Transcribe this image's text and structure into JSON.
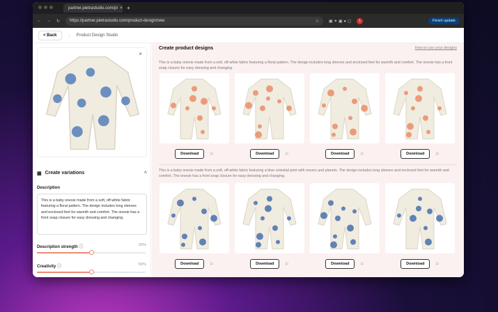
{
  "browser": {
    "tab_title": "partner.pietrastudio.com/pr",
    "url": "https://partner.pietrastudio.com/product-design/new",
    "update_label": "Finish update",
    "profile_initial": "L"
  },
  "header": {
    "back_label": "< Back",
    "title": "Product Design Studio"
  },
  "left": {
    "variations_title": "Create variations",
    "description_label": "Description",
    "description_value": "This is a baby onesie made from a soft, off-white fabric featuring a  floral pattern. The design includes long sleeves and enclosed feet for warmth and comfort. The onesie has a front snap closure for easy dressing and changing.",
    "strength_label": "Description strength",
    "strength_value": "50%",
    "strength": 50,
    "creativity_label": "Creativity",
    "creativity_value": "50%",
    "creativity": 50
  },
  "main": {
    "title": "Create product designs",
    "help_link": "How to use your designs",
    "groups": [
      {
        "description": "This is a baby onesie made from a soft, off-white fabric featuring a floral pattern. The design includes long sleeves and enclosed feet for warmth and comfort. The onesie has a front snap closure for easy dressing and changing.",
        "pattern": "floral"
      },
      {
        "description": "This is a baby onesie made from a soft, off-white fabric featuring a blue celestial print with moons and planets. The design includes long sleeves and enclosed feet for warmth and comfort. The onesie has a front snap closure for easy dressing and changing.",
        "pattern": "celestial"
      }
    ],
    "download_label": "Download"
  },
  "colors": {
    "accent": "#f08a72",
    "panel_bg": "#fbf1f0",
    "floral": "#e8805a",
    "celestial": "#2f5fa8"
  }
}
